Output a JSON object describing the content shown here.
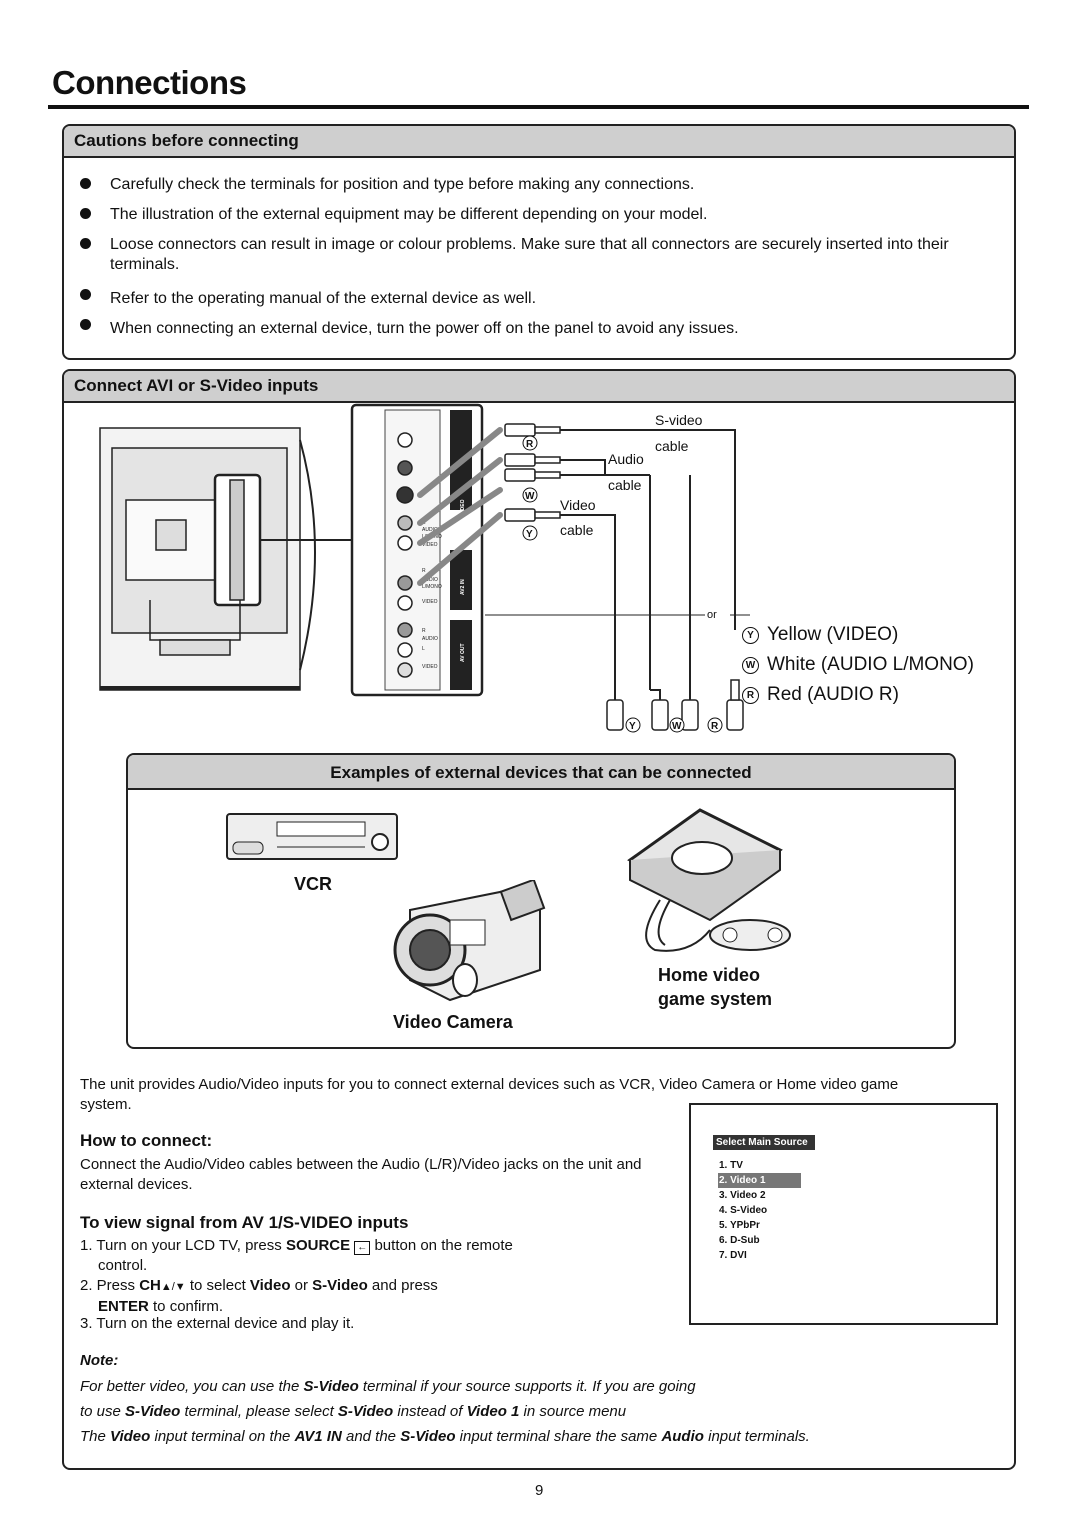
{
  "page": {
    "title": "Connections",
    "page_number": "9"
  },
  "cautions": {
    "heading": "Cautions before connecting",
    "items": [
      "Carefully check the terminals for position and type before making any connections.",
      "The illustration of the external equipment may be different depending on your model.",
      "Loose connectors can result in image or colour problems. Make sure that all connectors are securely inserted into their terminals.",
      "Refer to the operating manual of the external device as well.",
      "When connecting an external device, turn the power off on the panel to avoid any issues."
    ]
  },
  "connect": {
    "heading": "Connect AVI or S-Video inputs",
    "cable_labels": {
      "svideo": "S-video",
      "svideo_cable": "cable",
      "audio": "Audio",
      "audio_cable": "cable",
      "video": "Video",
      "video_cable": "cable",
      "or": "or"
    },
    "panel_labels": {
      "av1": "AV1 IN / S-VIDEO",
      "av2": "AV2 IN",
      "avout": "AV OUT",
      "r": "R",
      "audio": "AUDIO",
      "lmono": "L/MONO",
      "video": "VIDEO",
      "l": "L"
    },
    "legend": [
      {
        "letter": "Y",
        "text": "Yellow (VIDEO)"
      },
      {
        "letter": "W",
        "text": "White (AUDIO L/MONO)"
      },
      {
        "letter": "R",
        "text": "Red (AUDIO R)"
      }
    ],
    "plug_letters": [
      "Y",
      "W",
      "R"
    ]
  },
  "examples": {
    "heading": "Examples of external devices that can be connected",
    "vcr": "VCR",
    "camera": "Video Camera",
    "game_line1": "Home video",
    "game_line2": "game system"
  },
  "body": {
    "intro": "The unit provides Audio/Video inputs for you to connect external devices such as VCR, Video Camera or Home video game system.",
    "how_heading": "How to connect:",
    "how_text": "Connect the Audio/Video cables between the Audio (L/R)/Video jacks on the unit and external devices.",
    "view_heading": "To view signal from AV 1/S-VIDEO inputs",
    "step1_a": "1. Turn on your LCD TV, press ",
    "step1_b": "SOURCE",
    "step1_c": " button on the remote",
    "step1_d": "control.",
    "step2_a": "2. Press ",
    "step2_b": "CH",
    "step2_c": " to select ",
    "step2_d": "Video",
    "step2_e": " or ",
    "step2_f": "S-Video",
    "step2_g": " and press",
    "step2_h": "ENTER",
    "step2_i": " to confirm.",
    "step3": "3. Turn on the external device and play it."
  },
  "menu": {
    "title": "Select Main Source",
    "items": [
      "1. TV",
      "2. Video 1",
      "3. Video 2",
      "4. S-Video",
      "5. YPbPr",
      "6. D-Sub",
      "7. DVI"
    ],
    "selected_index": 1
  },
  "note": {
    "label": "Note:",
    "l1_a": "For better video, you can use the ",
    "l1_b": "S-Video",
    "l1_c": " terminal if your source supports it. If you are going",
    "l2_a": "to use ",
    "l2_b": "S-Video",
    "l2_c": " terminal, please select ",
    "l2_d": "S-Video",
    "l2_e": " instead of ",
    "l2_f": "Video 1",
    "l2_g": " in source menu",
    "l3_a": "The ",
    "l3_b": "Video",
    "l3_c": " input terminal on the ",
    "l3_d": "AV1 IN",
    "l3_e": " and the ",
    "l3_f": "S-Video",
    "l3_g": " input terminal share the same ",
    "l3_h": "Audio",
    "l3_i": " input terminals."
  }
}
